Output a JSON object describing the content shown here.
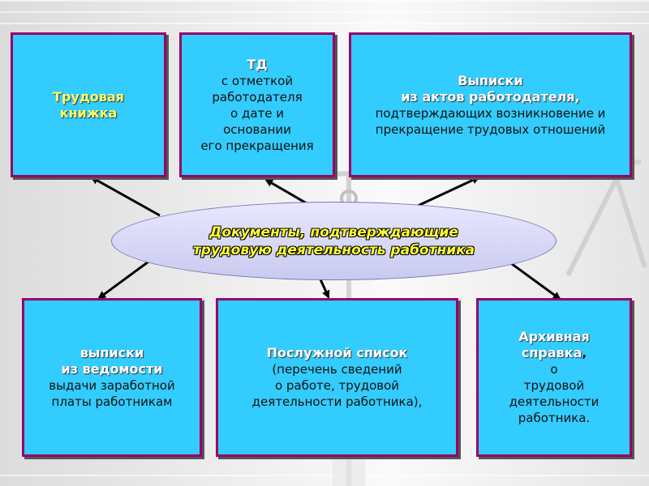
{
  "colors": {
    "box_fill": "#33ccff",
    "box_border": "#990066",
    "ellipse_fill": "#d4d4f4",
    "title_text": "#ffff33",
    "highlight_text": "#ffff66",
    "white_text": "#ffffff"
  },
  "center": {
    "line1": "Документы, подтверждающие",
    "line2": "трудовую деятельность работника"
  },
  "boxes": {
    "labor_book": {
      "line1": "Трудовая",
      "line2": "книжка"
    },
    "td": {
      "line1": "ТД",
      "line2": "с отметкой",
      "line3": "работодателя",
      "line4": "о дате и",
      "line5": "основании",
      "line6": "его прекращения"
    },
    "employer_extracts": {
      "line1": "Выписки",
      "line2": "из актов работодателя,",
      "line3": "подтверждающих возникновение и",
      "line4": "прекращение трудовых отношений"
    },
    "payroll_extracts": {
      "line1": "выписки",
      "line2": "из ведомости",
      "line3": "выдачи заработной",
      "line4": "платы работникам"
    },
    "service_record": {
      "line1": "Послужной список",
      "line2": "(перечень сведений",
      "line3": "о работе, трудовой",
      "line4": "деятельности работника),"
    },
    "archive_certificate": {
      "line1": "Архивная",
      "line2a": "справка",
      "line2b": ",",
      "line3": "о",
      "line4": "трудовой",
      "line5": "деятельности",
      "line6": "работника."
    }
  }
}
